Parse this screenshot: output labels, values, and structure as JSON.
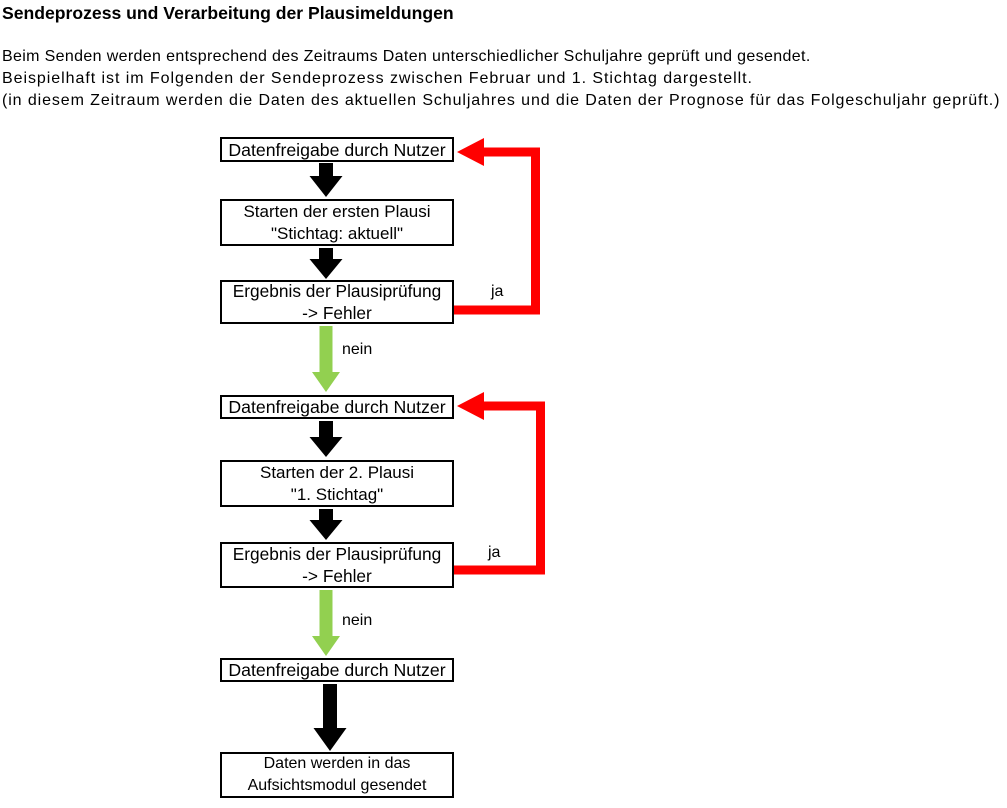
{
  "title": "Sendeprozess und Verarbeitung der Plausimeldungen",
  "intro_lines": [
    "Beim Senden werden entsprechend des Zeitraums Daten unterschiedlicher Schuljahre geprüft und gesendet.",
    "Beispielhaft ist im Folgenden der Sendeprozess zwischen Februar und 1. Stichtag dargestellt.",
    "(in diesem Zeitraum werden die Daten des aktuellen Schuljahres und die Daten der Prognose für das Folgeschuljahr geprüft.)"
  ],
  "flowchart": {
    "boxes": [
      {
        "lines": [
          "Datenfreigabe durch Nutzer"
        ]
      },
      {
        "lines": [
          "Starten der ersten Plausi",
          "\"Stichtag: aktuell\""
        ]
      },
      {
        "lines": [
          "Ergebnis der Plausiprüfung",
          "-> Fehler"
        ]
      },
      {
        "lines": [
          "Datenfreigabe durch Nutzer"
        ]
      },
      {
        "lines": [
          "Starten der 2. Plausi",
          "\"1. Stichtag\""
        ]
      },
      {
        "lines": [
          "Ergebnis der Plausiprüfung",
          "-> Fehler"
        ]
      },
      {
        "lines": [
          "Datenfreigabe durch Nutzer"
        ]
      },
      {
        "lines": [
          "Daten werden in das",
          "Aufsichtsmodul gesendet"
        ]
      }
    ],
    "branch_labels": {
      "yes": "ja",
      "no": "nein"
    },
    "colors": {
      "background": "#ffffff",
      "box_border": "#000000",
      "text": "#000000",
      "arrow_forward": "#000000",
      "arrow_loop_yes": "#ff0000",
      "arrow_no": "#92d050"
    }
  }
}
